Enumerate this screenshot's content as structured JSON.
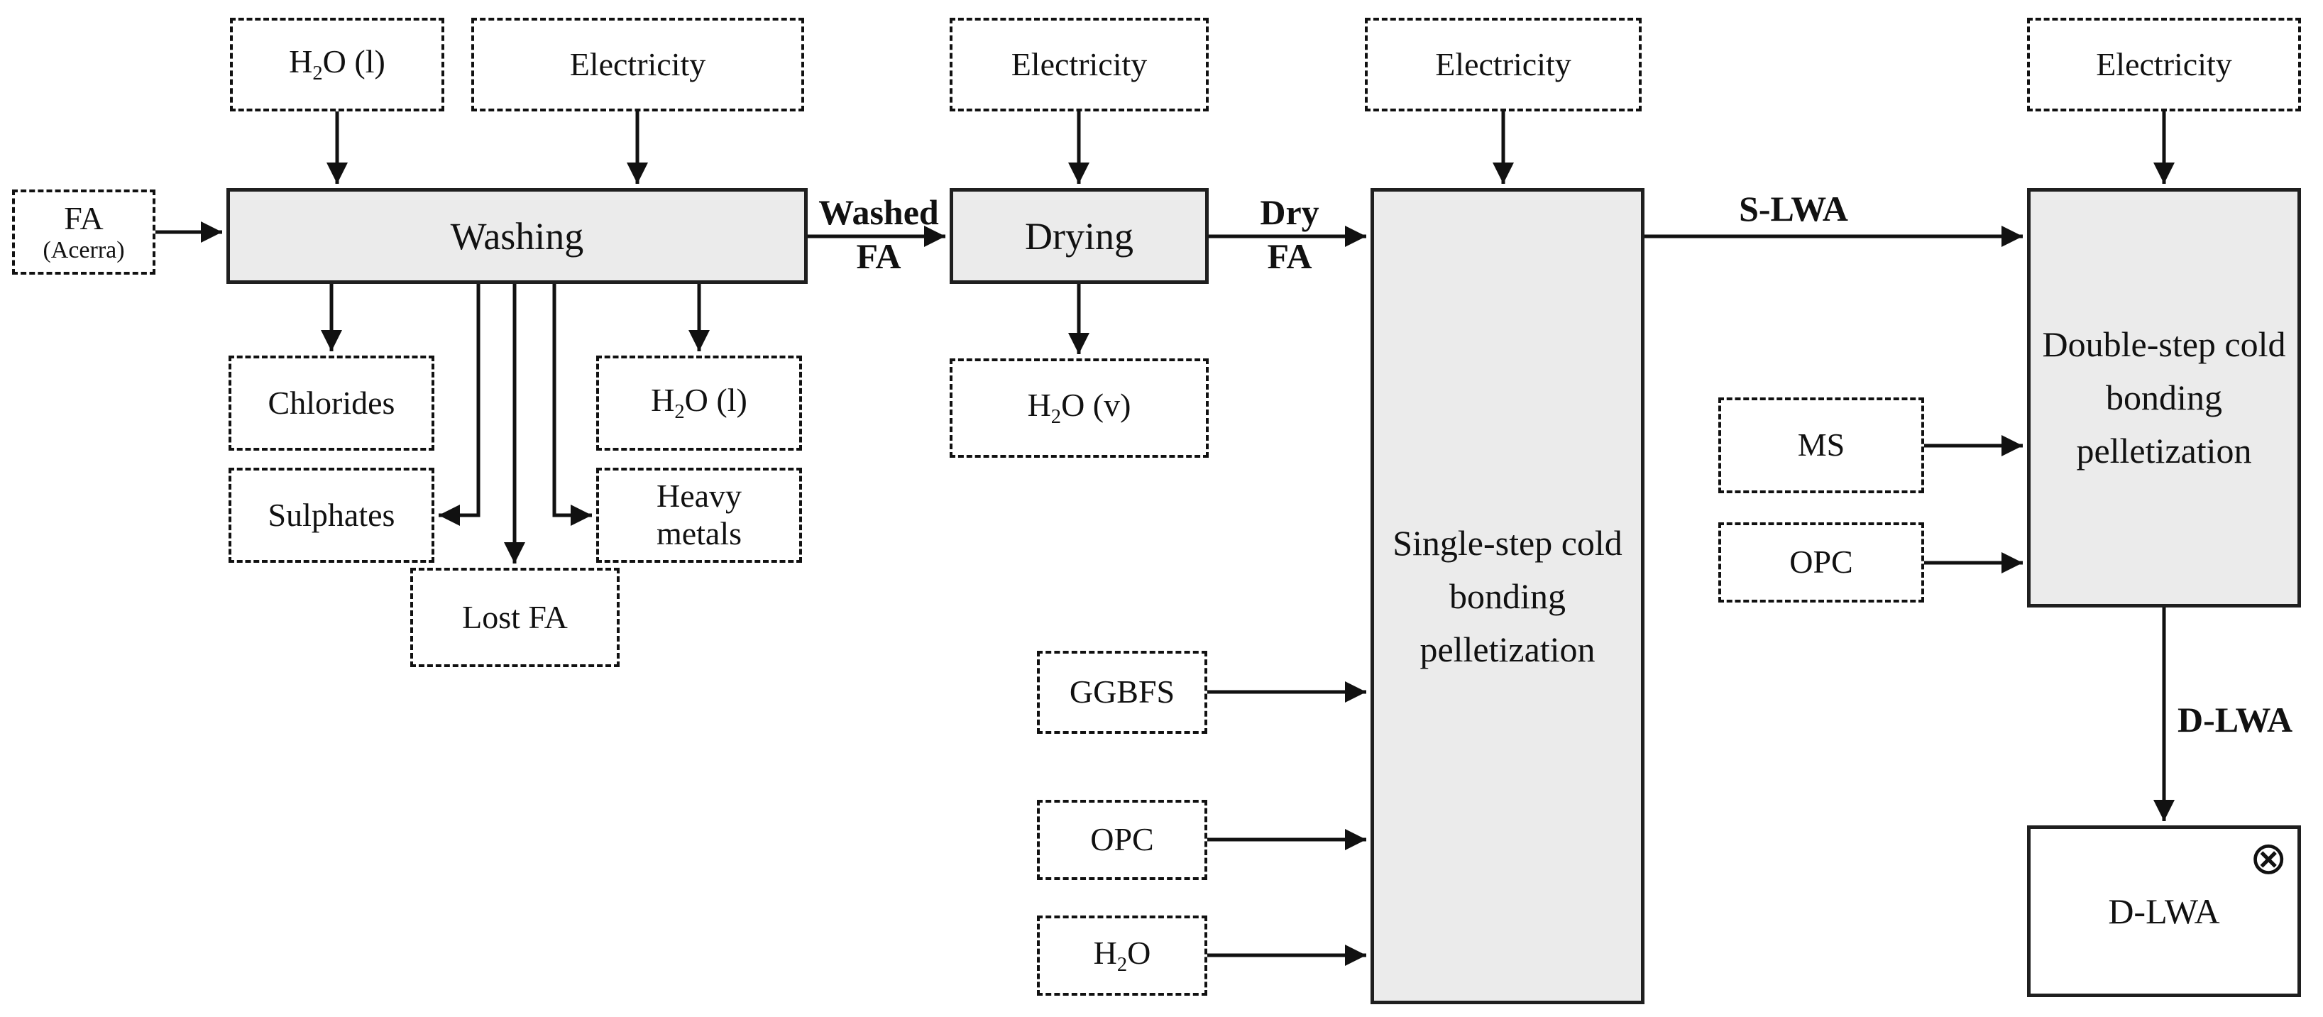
{
  "figure": {
    "background": "#ffffff",
    "ink": "#111111",
    "process_fill": "#ebebeb"
  },
  "nodes": {
    "h2o_l_input": {
      "label": "H₂O (l)"
    },
    "electricity_washing": {
      "label": "Electricity"
    },
    "electricity_drying": {
      "label": "Electricity"
    },
    "electricity_single_step": {
      "label": "Electricity"
    },
    "electricity_double_step": {
      "label": "Electricity"
    },
    "fa_source": {
      "label": "FA",
      "sublabel": "(Acerra)"
    },
    "washing": {
      "label": "Washing"
    },
    "drying": {
      "label": "Drying"
    },
    "single_step": {
      "label": "Single-step cold bonding pelletization"
    },
    "double_step": {
      "label": "Double-step cold bonding pelletization"
    },
    "chlorides": {
      "label": "Chlorides"
    },
    "sulphates": {
      "label": "Sulphates"
    },
    "h2o_l_output": {
      "label": "H₂O (l)"
    },
    "heavy_metals": {
      "label": "Heavy metals"
    },
    "lost_fa": {
      "label": "Lost FA"
    },
    "h2o_v_output": {
      "label": "H₂O (v)"
    },
    "ggbfs": {
      "label": "GGBFS"
    },
    "opc_single": {
      "label": "OPC"
    },
    "h2o_single": {
      "label": "H₂O"
    },
    "ms": {
      "label": "MS"
    },
    "opc_double": {
      "label": "OPC"
    },
    "d_lwa_product": {
      "label": "D-LWA",
      "marker": "⊗"
    }
  },
  "flow_labels": {
    "washed_fa_line1": "Washed",
    "washed_fa_line2": "FA",
    "dry_fa_line1": "Dry",
    "dry_fa_line2": "FA",
    "s_lwa": "S-LWA",
    "d_lwa": "D-LWA"
  }
}
